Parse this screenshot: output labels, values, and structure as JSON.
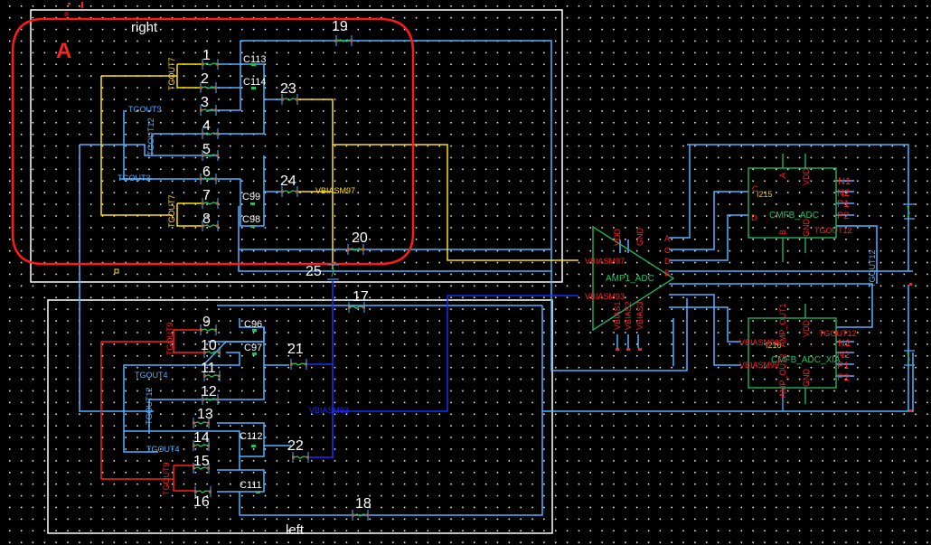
{
  "window": {
    "app": "schematic-editor",
    "view": "Schematic canvas"
  },
  "colors": {
    "background": "#000000",
    "grid": "#ffffff",
    "wire_blue": "#4fb3ff",
    "wire_yellow": "#ffe000",
    "wire_red": "#ff2020",
    "wire_darkblue": "#1a2cff",
    "symbol": "#20c060",
    "pin_label": "#ff2020",
    "highlight_box": "#ff1a1a"
  },
  "annotation": {
    "label": "A",
    "description": "red rounded highlight box around 'right' group"
  },
  "groups": {
    "right": {
      "label": "right"
    },
    "left": {
      "label": "left"
    }
  },
  "right_switches": [
    "1",
    "2",
    "3",
    "4",
    "5",
    "6",
    "7",
    "8"
  ],
  "left_switches": [
    "9",
    "10",
    "11",
    "12",
    "13",
    "14",
    "15",
    "16"
  ],
  "other_switches": [
    "17",
    "18",
    "19",
    "20",
    "21",
    "22",
    "23",
    "24",
    "25"
  ],
  "capacitors": {
    "c113": "C113",
    "c114": "C114",
    "c99": "C99",
    "c98": "C98",
    "c96": "C96",
    "c97": "C97",
    "c112": "C112",
    "c111": "C111"
  },
  "net_labels": {
    "tgout7_top": "TGOUT7",
    "tgout3_top": "TGOUT3",
    "tgout12_top": "TGOUT12",
    "tgout3_mid": "TGOUT3",
    "tgout7_bottom": "TGOUT7",
    "vbiasm97": "VBIASM97",
    "tgout9_top": "TGOUT9",
    "tgout4_top": "TGOUT4",
    "tgout12_left": "TGOUT12",
    "tgout4_bottom": "TGOUT4",
    "tgout9_bottom": "TGOUT9",
    "vbiasm93": "VBIASM93",
    "tgout12_right": "TGOUT12"
  },
  "amp": {
    "cell": "AMP1_ADC",
    "pins_top": [
      "VDD",
      "GND"
    ],
    "pins_left": [
      "VBIASM97",
      "VBIASM93"
    ],
    "pins_bottom": [
      "VBIAS1",
      "VBIAS2",
      "VBIAS3"
    ],
    "pins_right": [
      "A",
      "C",
      "D",
      "B"
    ]
  },
  "cmfb1": {
    "cell": "CMFB_ADC",
    "instance": "I215",
    "pins": {
      "a": "A",
      "c": "C",
      "d": "D",
      "b": "B",
      "vdd": "VDD",
      "gnd": "GND",
      "n1": "N1",
      "n2": "N2",
      "p1": "P1",
      "p2": "P2",
      "out": "TGOUT12"
    }
  },
  "cmfb2": {
    "cell": "CMFB_ADC_XIA",
    "instance": "I216",
    "pins": {
      "in1": "VBIASM98",
      "in2": "VBIASM99",
      "out1": "AMP_OUT1",
      "out2": "AMP_OUT2",
      "vdd": "VDD",
      "gnd": "GND",
      "n1": "N1",
      "n2": "N2",
      "p1": "P1",
      "p2": "P2",
      "tg": "TGOUT12"
    }
  }
}
